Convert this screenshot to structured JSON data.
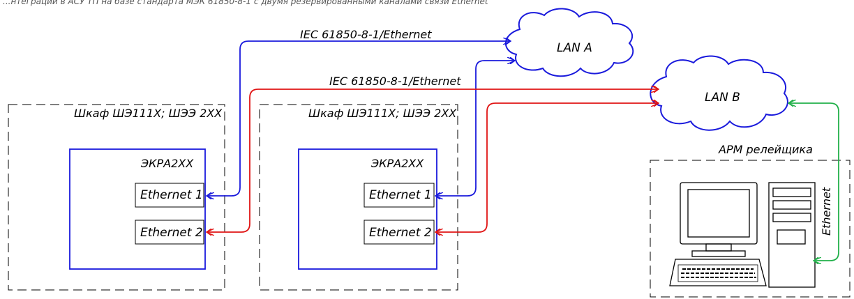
{
  "caption": "...нтеграции в АСУ ТП на базе стандарта МЭК 61850-8-1 с двумя резервированными каналами связи Ethernet",
  "lan_a": "LAN A",
  "lan_b": "LAN B",
  "link_a_label": "IEC 61850-8-1/Ethernet",
  "link_b_label": "IEC 61850-8-1/Ethernet",
  "cabinet1": {
    "title": "Шкаф ШЭ111Х; ШЭЭ 2ХХ",
    "device": "ЭКРА2ХХ",
    "port1": "Ethernet 1",
    "port2": "Ethernet 2"
  },
  "cabinet2": {
    "title": "Шкаф ШЭ111Х; ШЭЭ 2ХХ",
    "device": "ЭКРА2ХХ",
    "port1": "Ethernet 1",
    "port2": "Ethernet 2"
  },
  "workstation": {
    "title": "АРМ релейщика",
    "link_label": "Ethernet"
  },
  "colors": {
    "lan_a_link": "#1a1adc",
    "lan_b_link": "#e01414",
    "workstation_link": "#22b04a",
    "device_border": "#1a1adc",
    "cloud_border": "#1a1adc"
  }
}
